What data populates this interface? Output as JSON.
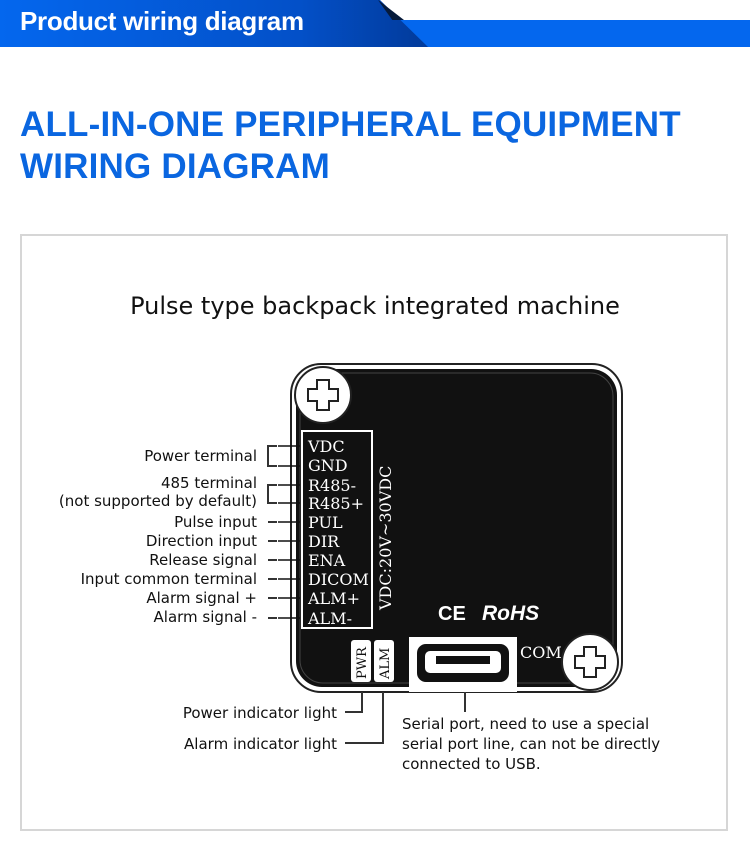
{
  "banner": {
    "title": "Product wiring diagram"
  },
  "headline": {
    "line1": "ALL-IN-ONE PERIPHERAL EQUIPMENT",
    "line2": "WIRING DIAGRAM"
  },
  "diagram": {
    "subtitle": "Pulse type backpack integrated machine",
    "pins": [
      "VDC",
      "GND",
      "R485-",
      "R485+",
      "PUL",
      "DIR",
      "ENA",
      "DICOM",
      "ALM+",
      "ALM-"
    ],
    "voltage": "VDC:20V~30VDC",
    "marks": {
      "ce": "CE",
      "rohs": "RoHS"
    },
    "port_label": "COM",
    "leds": {
      "pwr": "PWR",
      "alm": "ALM"
    },
    "labels": {
      "power": "Power terminal",
      "r485_1": "485 terminal",
      "r485_2": "(not supported by default)",
      "pul": "Pulse input",
      "dir": "Direction input",
      "ena": "Release signal",
      "dicom": "Input common terminal",
      "almp": "Alarm signal +",
      "almm": "Alarm signal -",
      "pwr_led": "Power indicator light",
      "alm_led": "Alarm indicator light",
      "serial1": "Serial port, need to use a special",
      "serial2": "serial port line, can not be directly",
      "serial3": "connected to USB."
    }
  }
}
